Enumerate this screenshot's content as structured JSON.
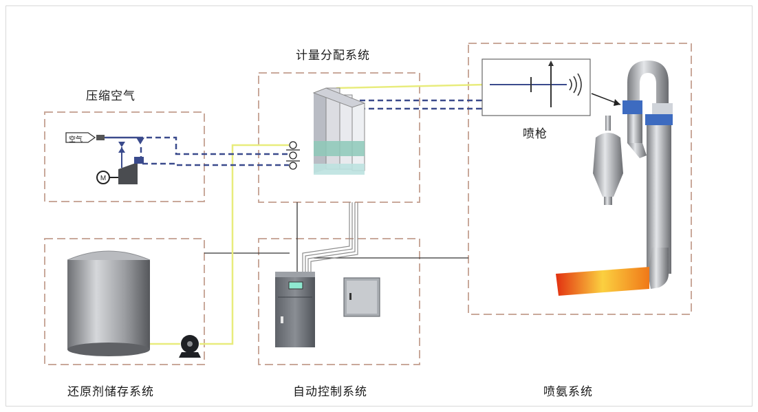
{
  "systems": {
    "compressed_air": "压缩空气",
    "metering": "计量分配系统",
    "lance": "喷枪",
    "storage": "还原剂储存系统",
    "control": "自动控制系统",
    "ammonia_injection": "喷氨系统"
  },
  "air_tag": "空气",
  "colors": {
    "box_border": "#c9a89a",
    "yellow_line": "#e8ec7c",
    "blue_line": "#3a4a8c",
    "furnace": "#f2a030"
  }
}
